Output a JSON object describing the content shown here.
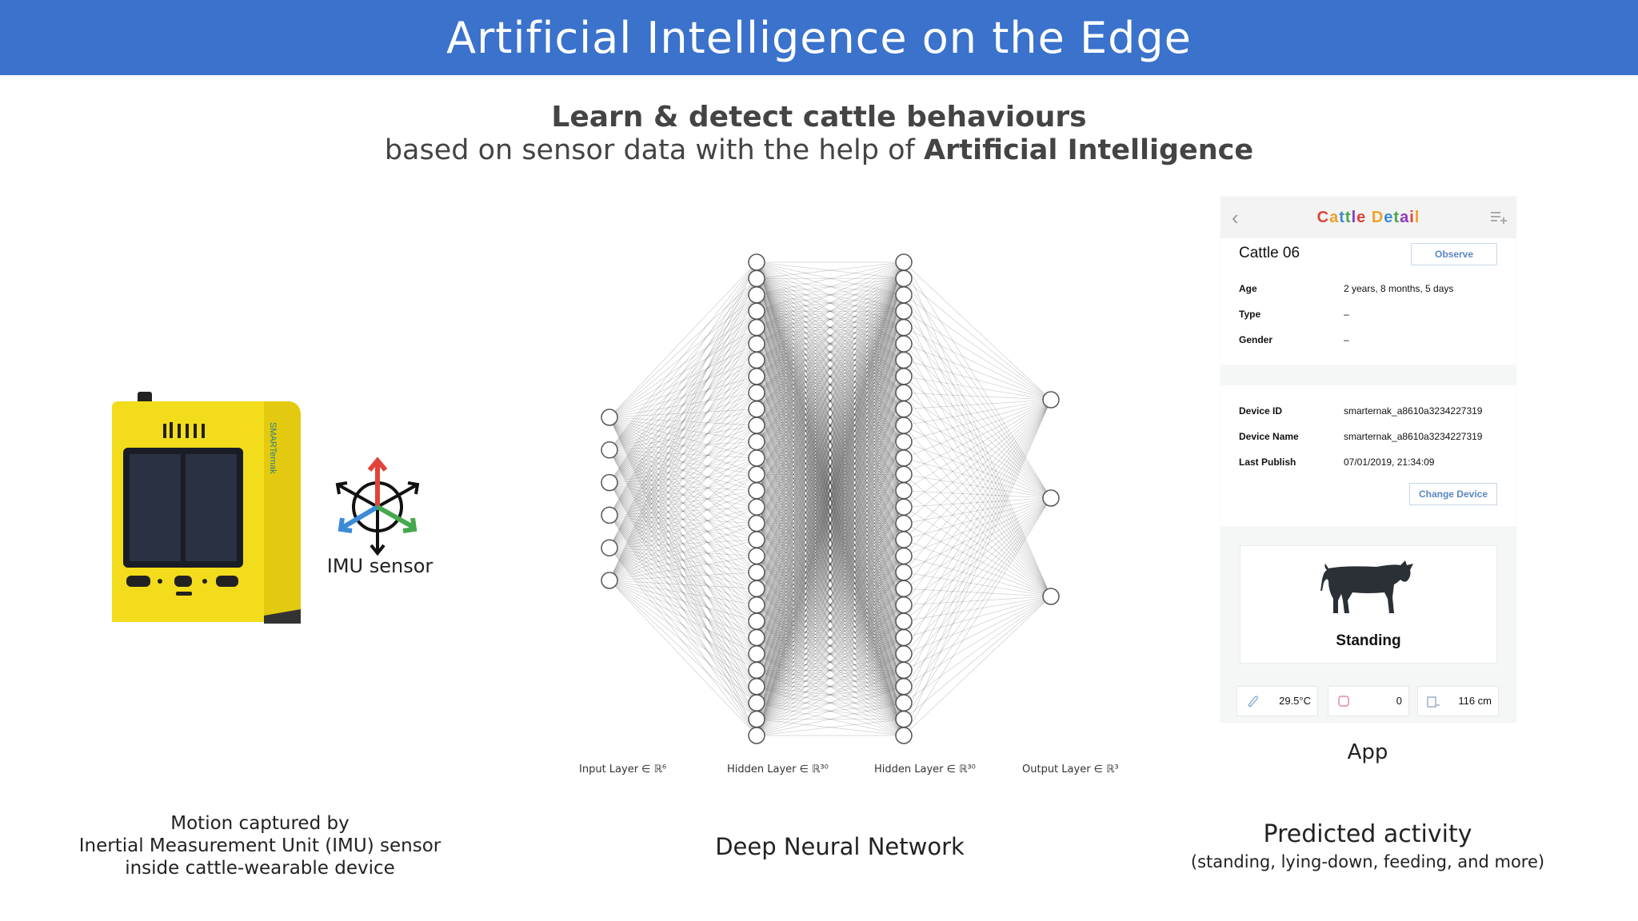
{
  "header": {
    "title": "Artificial Intelligence on the Edge"
  },
  "subtitle": {
    "line1": "Learn & detect cattle behaviours",
    "line2_prefix": "based on sensor data with the help of ",
    "line2_bold": "Artificial Intelligence"
  },
  "device": {
    "brand": "SMARTernak"
  },
  "imu": {
    "label": "IMU sensor"
  },
  "network": {
    "layers": [
      {
        "label": "Input Layer ∈ ℝ⁶",
        "nodes": 6
      },
      {
        "label": "Hidden Layer ∈ ℝ³⁰",
        "nodes": 30
      },
      {
        "label": "Hidden Layer ∈ ℝ³⁰",
        "nodes": 30
      },
      {
        "label": "Output Layer ∈ ℝ³",
        "nodes": 3
      }
    ]
  },
  "app": {
    "title": "Cattle Detail",
    "cattle_name": "Cattle 06",
    "observe_label": "Observe",
    "fields": [
      {
        "label": "Age",
        "value": "2 years, 8 months, 5 days"
      },
      {
        "label": "Type",
        "value": "–"
      },
      {
        "label": "Gender",
        "value": "–"
      }
    ],
    "device_fields": [
      {
        "label": "Device ID",
        "value": "smarternak_a8610a3234227319"
      },
      {
        "label": "Device Name",
        "value": "smarternak_a8610a3234227319"
      },
      {
        "label": "Last Publish",
        "value": "07/01/2019, 21:34:09"
      }
    ],
    "change_device_label": "Change Device",
    "activity": "Standing",
    "stats": [
      {
        "icon": "thermometer-icon",
        "value": "29.5°C"
      },
      {
        "icon": "step-counter-icon",
        "value": "0"
      },
      {
        "icon": "height-icon",
        "value": "116 cm"
      }
    ]
  },
  "captions": {
    "left_line1": "Motion captured by",
    "left_line2": "Inertial Measurement Unit (IMU) sensor",
    "left_line3": "inside cattle-wearable device",
    "middle": "Deep Neural Network",
    "app_label": "App",
    "right_title": "Predicted activity",
    "right_sub": "(standing, lying-down, feeding, and more)"
  },
  "colors": {
    "banner": "#3a72cc",
    "device_yellow": "#f2dc1c",
    "imu_red": "#e0443a",
    "imu_blue": "#3a8ad8",
    "imu_green": "#46a84d"
  }
}
